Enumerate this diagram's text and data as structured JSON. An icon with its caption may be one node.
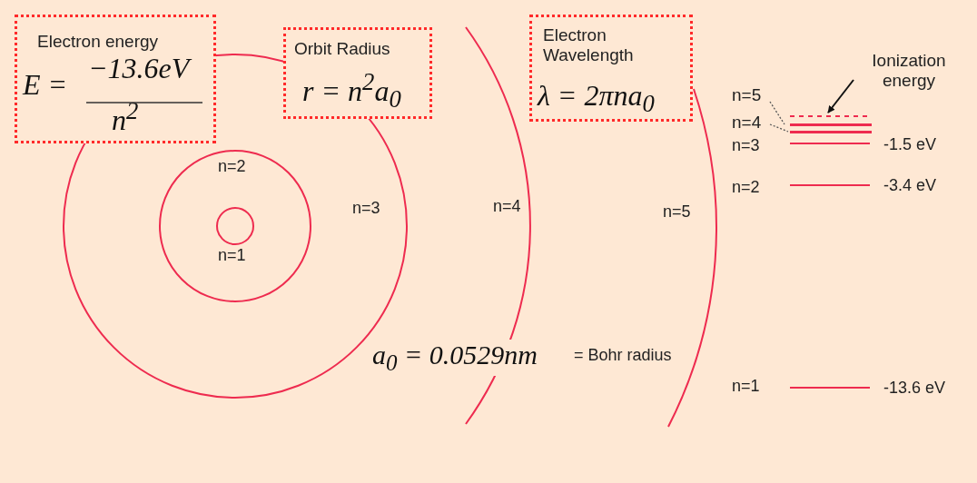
{
  "diagram": {
    "nodes": [
      {
        "text": [
          "Electron energy",
          "E =",
          "−13.6eV",
          "n$^{2}$"
        ]
      },
      {
        "text": [
          "Orbit Radius",
          "r = n$^{2}$a$_{0}$"
        ]
      },
      {
        "text": [
          "Electron Wavelength",
          "λ = 2πna$_{0}$"
        ]
      },
      {
        "text": [
          "Ionization energy"
        ]
      },
      {
        "text": [],
        "shape": "bar"
      },
      {
        "text": [
          "n=5"
        ]
      },
      {
        "text": [
          "n=4"
        ]
      },
      {
        "text": [],
        "shape": "bar"
      },
      {
        "text": [],
        "shape": "bar"
      }
    ],
    "edges": [
      {
        "from": 3,
        "to": 4,
        "arrow": "to"
      },
      {
        "from": 5,
        "to": 7,
        "arrow": "none",
        "style": "dashed"
      },
      {
        "from": 6,
        "to": 8,
        "arrow": "none",
        "style": "dashed"
      }
    ],
    "labels": [
      "n=2",
      "n=3",
      "n=1",
      "n=4",
      "n=5",
      "a$_{0}$ = 0.0529nm",
      "= Bohr radius",
      "n=3",
      "-1.5 eV",
      "n=2",
      "-3.4 eV",
      "n=1",
      "-13.6 eV"
    ]
  }
}
